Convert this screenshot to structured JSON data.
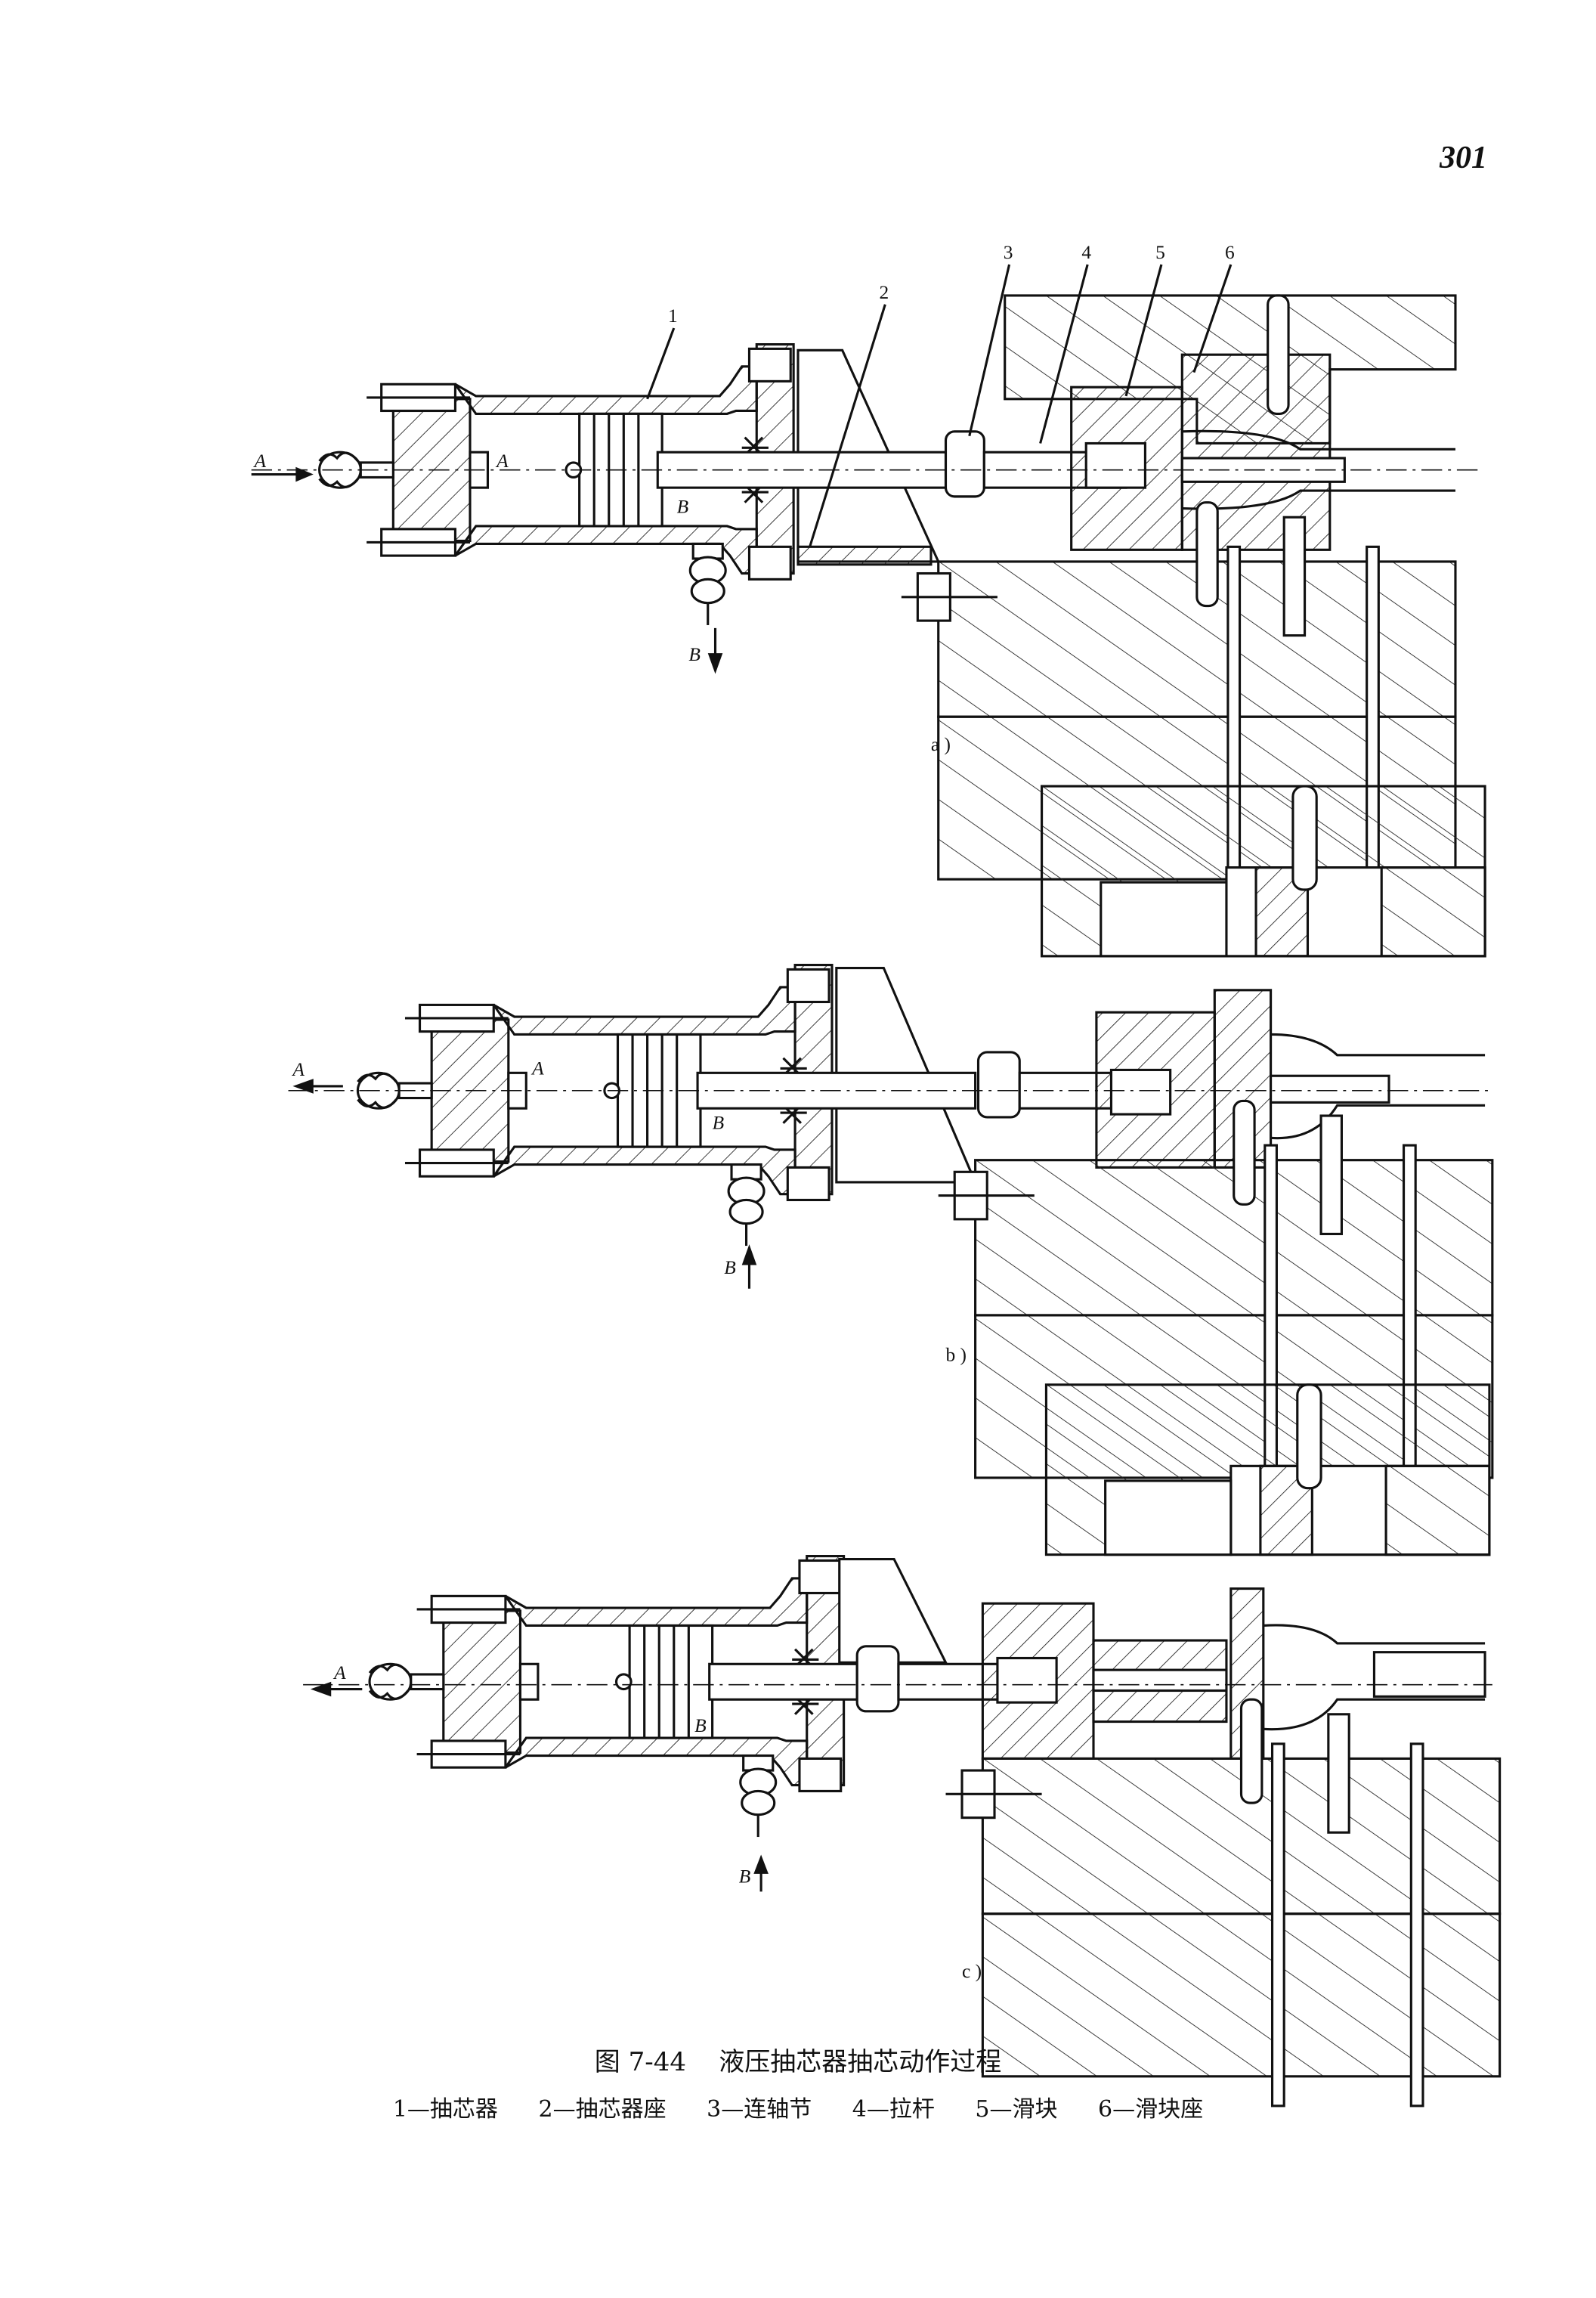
{
  "page_number": "301",
  "figure": {
    "number": "图 7-44",
    "title": "液压抽芯器抽芯动作过程",
    "legend": [
      {
        "num": "1",
        "label": "1—抽芯器"
      },
      {
        "num": "2",
        "label": "2—抽芯器座"
      },
      {
        "num": "3",
        "label": "3—连轴节"
      },
      {
        "num": "4",
        "label": "4—拉杆"
      },
      {
        "num": "5",
        "label": "5—滑块"
      },
      {
        "num": "6",
        "label": "6—滑块座"
      }
    ],
    "subfigures": [
      {
        "label": "a )",
        "port_a": "A",
        "port_b": "B",
        "chamber_a": "A",
        "chamber_b": "B"
      },
      {
        "label": "b )",
        "port_a": "A",
        "port_b": "B",
        "chamber_a": "A",
        "chamber_b": "B"
      },
      {
        "label": "c )",
        "port_a": "A",
        "port_b": "B",
        "chamber_b": "B"
      }
    ],
    "part_callouts": [
      "1",
      "2",
      "3",
      "4",
      "5",
      "6"
    ]
  }
}
